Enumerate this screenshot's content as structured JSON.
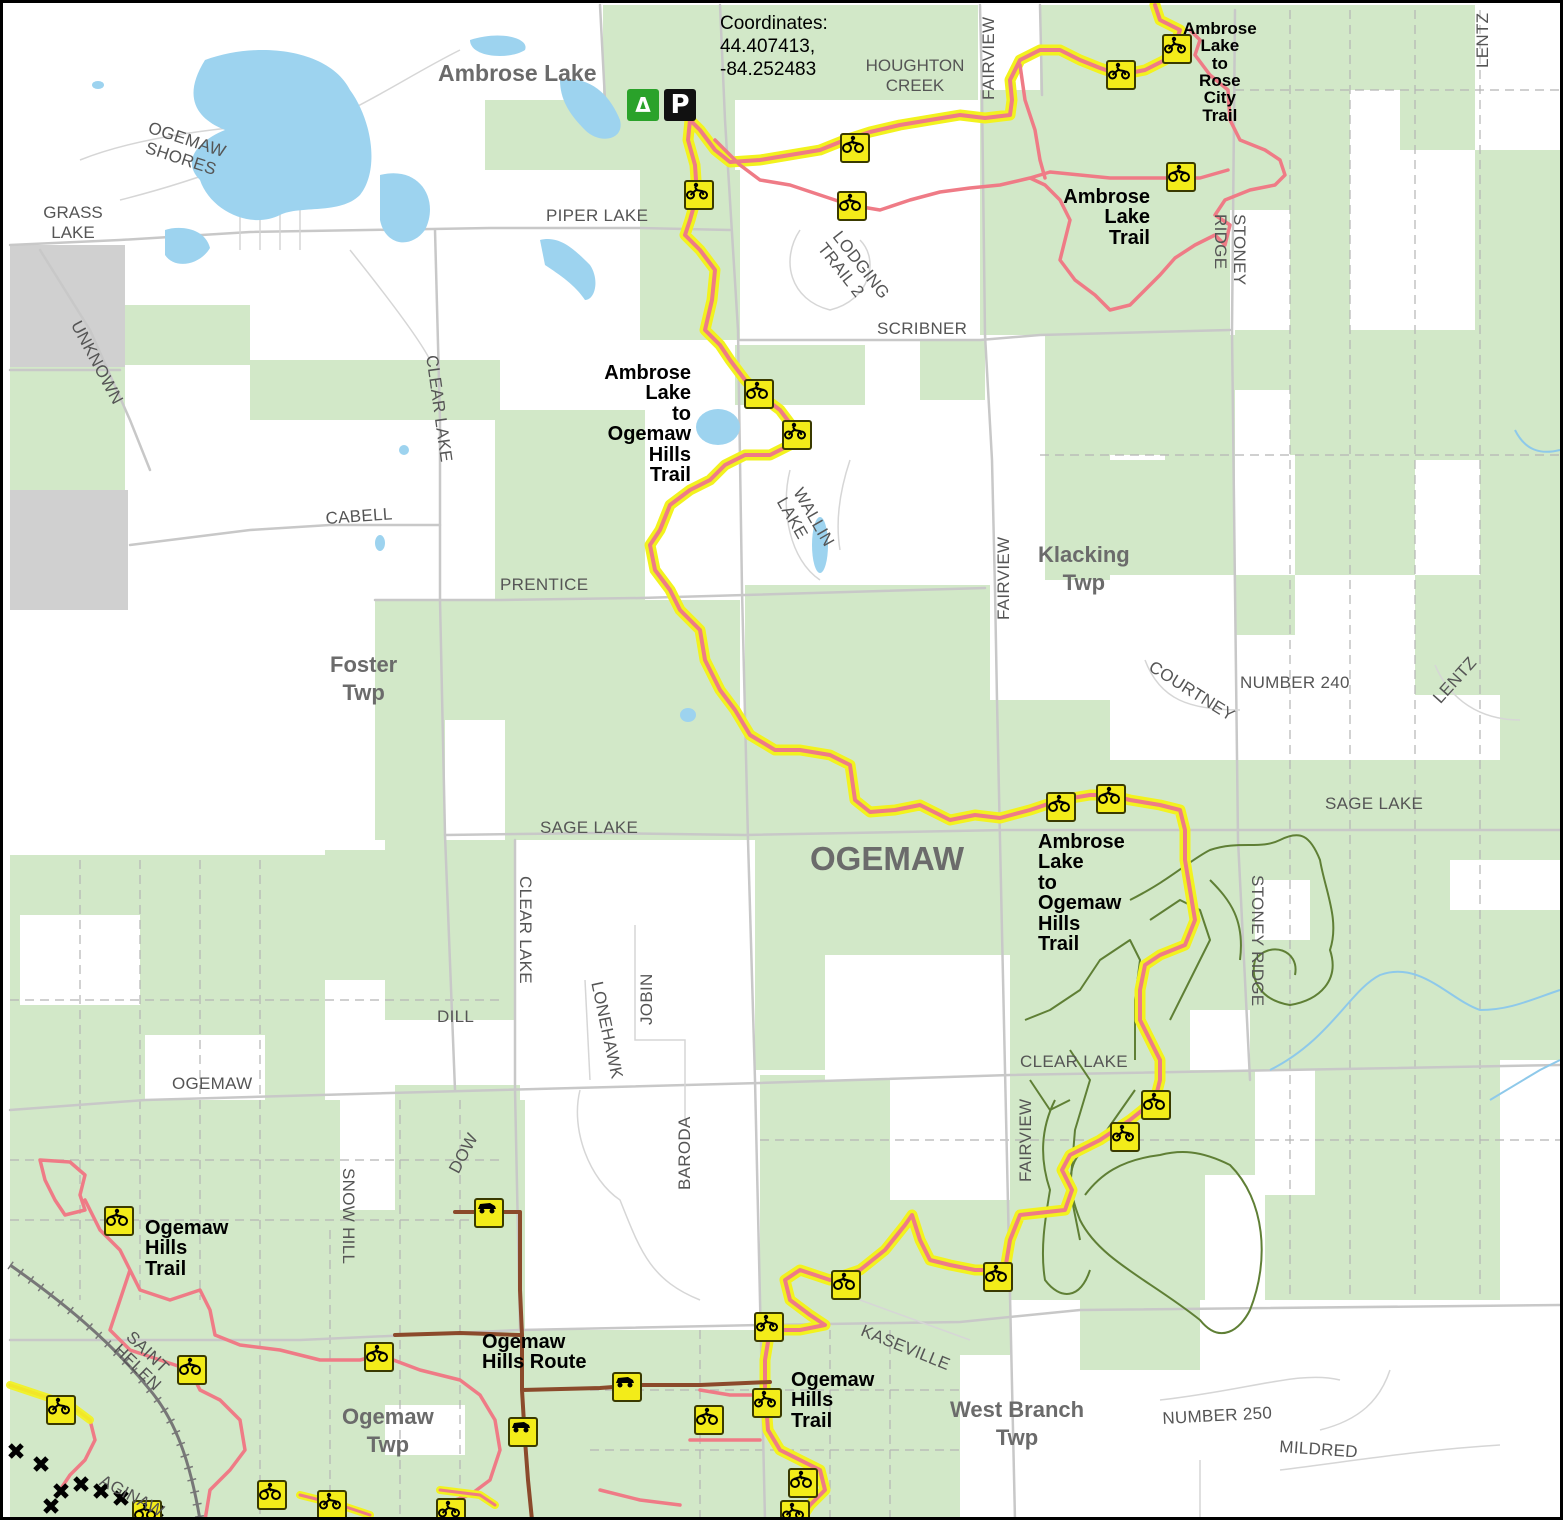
{
  "coordinates": {
    "label": "Coordinates:",
    "lat": "44.407413,",
    "lon": "-84.252483"
  },
  "colors": {
    "state_land": "#d2e8c8",
    "water": "#9dd3ef",
    "trail_line": "#ef7b86",
    "trail_highlight": "#f2f21e",
    "route_line": "#8b4a2b",
    "pathway": "#5f7f35",
    "road": "#c8c8c8",
    "icon_fill": "#f3ec19",
    "camp": "#2aa22a",
    "parking": "#111111"
  },
  "water_labels": {
    "ambrose_lake": "Ambrose Lake"
  },
  "roads": {
    "ogemaw_shores": "OGEMAW SHORES",
    "grass_lake": "GRASS LAKE",
    "piper_lake": "PIPER LAKE",
    "houghton_creek": "HOUGHTON CREEK",
    "fairview_top": "FAIRVIEW",
    "lentz_top": "LENTZ",
    "lodging_trail_2": "LODGING TRAIL 2",
    "scribner": "SCRIBNER",
    "stoney_ridge_top": "STONEY RIDGE",
    "unknown": "UNKNOWN",
    "clear_lake_north": "CLEAR LAKE",
    "cabell": "CABELL",
    "wallin_lake": "WALLIN LAKE",
    "prentice": "PRENTICE",
    "fairview_mid": "FAIRVIEW",
    "courtney": "COURTNEY",
    "number_240": "NUMBER 240",
    "lentz_mid": "LENTZ",
    "sage_lake_west": "SAGE LAKE",
    "sage_lake_east": "SAGE LAKE",
    "clear_lake_south": "CLEAR LAKE",
    "stoney_ridge_mid": "STONEY RIDGE",
    "jobin": "JOBIN",
    "lonehawk": "LONEHAWK",
    "dill": "DILL",
    "clear_lake_east": "CLEAR LAKE",
    "ogemaw_road": "OGEMAW",
    "fairview_south": "FAIRVIEW",
    "baroda": "BARODA",
    "dow": "DOW",
    "snow_hill": "SNOW HILL",
    "saint_helen": "SAINT HELEN",
    "kaseville": "KASEVILLE",
    "number_250": "NUMBER 250",
    "mildred": "MILDRED",
    "aginaw": "AGINAW"
  },
  "places": {
    "foster_twp": [
      "Foster",
      "Twp"
    ],
    "klacking_twp": [
      "Klacking",
      "Twp"
    ],
    "ogemaw_twp": [
      "Ogemaw",
      "Twp"
    ],
    "west_branch_twp": [
      "West Branch",
      "Twp"
    ],
    "county": "OGEMAW"
  },
  "trail_labels": {
    "rose_city": [
      "Ambrose",
      "Lake",
      "to",
      "Rose",
      "City",
      "Trail"
    ],
    "ambrose_lake_trail": [
      "Ambrose",
      "Lake",
      "Trail"
    ],
    "to_ogemaw_north": [
      "Ambrose",
      "Lake",
      "to",
      "Ogemaw",
      "Hills",
      "Trail"
    ],
    "to_ogemaw_east": [
      "Ambrose",
      "Lake",
      "to",
      "Ogemaw",
      "Hills",
      "Trail"
    ],
    "ogemaw_hills_west": [
      "Ogemaw",
      "Hills",
      "Trail"
    ],
    "ogemaw_hills_route": [
      "Ogemaw",
      "Hills Route"
    ],
    "ogemaw_hills_south": [
      "Ogemaw",
      "Hills",
      "Trail"
    ]
  },
  "poi": {
    "camp_icon": "Δ",
    "parking_icon": "P"
  }
}
